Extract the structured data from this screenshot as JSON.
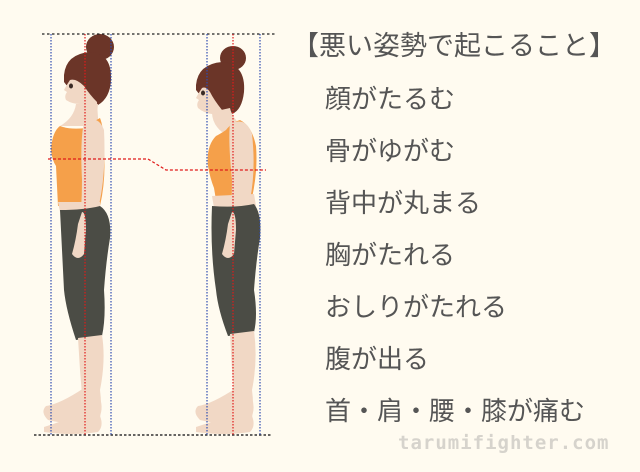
{
  "title": "【悪い姿勢で起こること】",
  "effects": [
    "顔がたるむ",
    "骨がゆがむ",
    "背中が丸まる",
    "胸がたれる",
    "おしりがたれる",
    "腹が出る",
    "首・肩・腰・膝が痛む"
  ],
  "watermark": "tarumifighter.com",
  "figures": [
    {
      "name": "good-posture",
      "label": ""
    },
    {
      "name": "bad-posture",
      "label": ""
    }
  ],
  "colors": {
    "background": "#fffbf0",
    "text": "#555555",
    "hair": "#6b3528",
    "skin": "#f1d8c5",
    "top": "#f5a04a",
    "pants": "#4b4c45",
    "guide_blue": "#2f4db0",
    "guide_red": "#e01a1a",
    "guide_black": "#222222"
  }
}
